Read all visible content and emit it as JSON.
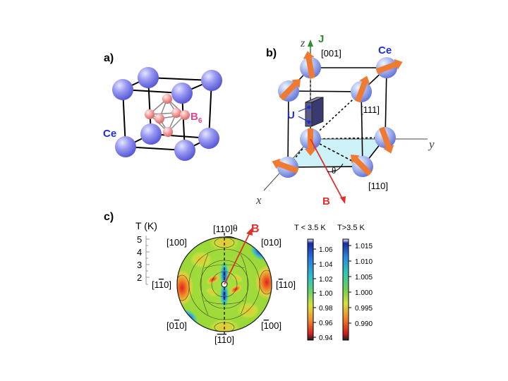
{
  "panel_a": {
    "label": "a)",
    "ce_label": "Ce",
    "b6_label": "B",
    "b6_subscript": "6",
    "colors": {
      "ce_sphere": "#8c8cf0",
      "boron_sphere": "#f3a0a0",
      "b6_text": "#e0468c",
      "ce_text": "#1f2fd0"
    }
  },
  "panel_b": {
    "label": "b)",
    "axis_z": "z",
    "axis_y": "y",
    "axis_x": "x",
    "j_label": "J",
    "dir_001": "[001]",
    "dir_111": "[111]",
    "dir_110": "[110]",
    "ce_label": "Ce",
    "u_label": "U",
    "theta_label": "θ",
    "b_label": "B",
    "colors": {
      "arrow": "#f07a30",
      "field": "#e0302a",
      "j_green": "#2e8b2e",
      "plane": "#ccf2f7",
      "u_block": "#5a5a8a"
    }
  },
  "panel_c": {
    "label": "c)",
    "t_axis_label": "T (K)",
    "t_ticks": [
      "5",
      "4",
      "3",
      "2"
    ],
    "dir_110_top": "[110]",
    "theta_label": "θ",
    "b_label": "B",
    "dir_100_left": "[100]",
    "dir_010_right": "[010]",
    "dir_1m10_left": {
      "a": "[1",
      "bar": "1",
      "b": "0]"
    },
    "dir_m110_right": {
      "a": "[",
      "bar": "1",
      "b": "10]"
    },
    "dir_0m10_left": {
      "a": "[0",
      "bar": "1",
      "b": "0]"
    },
    "dir_m100_right": {
      "a": "[",
      "bar": "1",
      "b": "00]"
    },
    "dir_m1m10_bottom": {
      "a": "[",
      "bar1": "1",
      "bar2": "1",
      "b": "0]"
    },
    "colorbar_low": {
      "title": "T < 3.5 K",
      "ticks": [
        "1.06",
        "1.04",
        "1.02",
        "1.00",
        "0.98",
        "0.96",
        "0.94"
      ]
    },
    "colorbar_high": {
      "title": "T>3.5 K",
      "ticks": [
        "1.015",
        "1.010",
        "1.005",
        "1.000",
        "0.995",
        "0.990"
      ]
    }
  }
}
